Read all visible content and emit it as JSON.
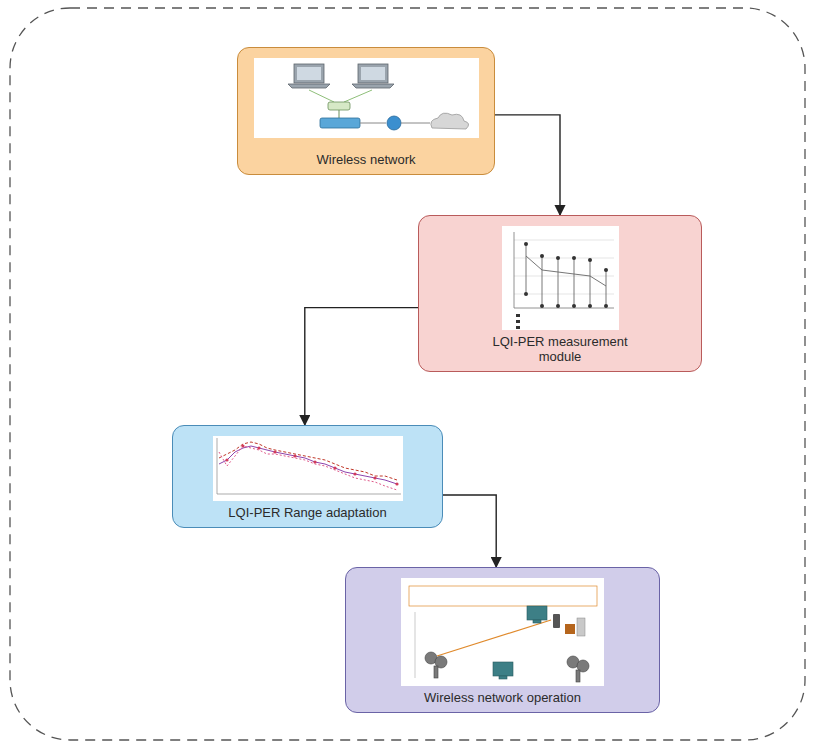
{
  "diagram": {
    "nodes": [
      {
        "text": [
          "Wireless network"
        ]
      },
      {
        "text": [
          "LQI-PER measurement module"
        ]
      },
      {
        "text": [
          "LQI-PER Range adaptation"
        ]
      },
      {
        "text": [
          "Wireless network operation"
        ]
      }
    ],
    "edges": [
      {
        "from": 0,
        "to": 1,
        "arrow": "to"
      },
      {
        "from": 1,
        "to": 2,
        "arrow": "to"
      },
      {
        "from": 2,
        "to": 3,
        "arrow": "to"
      }
    ]
  }
}
